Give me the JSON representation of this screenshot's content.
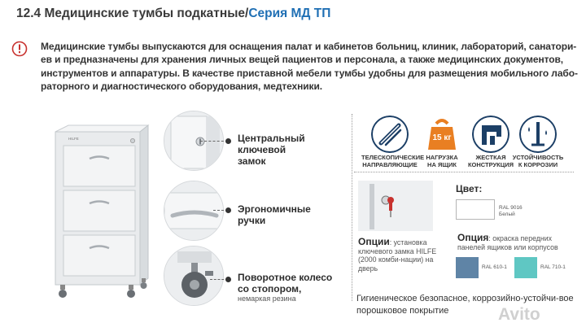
{
  "header": {
    "section": "12.4 Медицинские тумбы подкатные/",
    "series": "Серия МД ТП"
  },
  "intro": {
    "text": "Медицинские тумбы выпускаются для оснащения палат и кабинетов больниц, клиник, лабораторий, санатори-ев и предназначены для хранения личных вещей пациентов и персонала, а также медицинских документов, инструментов и аппаратуры. В качестве приставной мебели тумбы удобны для размещения мобильного лабо-раторного и диагностического оборудования, медтехники."
  },
  "product": {
    "brand_plate": "HILFE"
  },
  "callouts": [
    {
      "line1": "Центральный",
      "line2": "ключевой",
      "line3": "замок"
    },
    {
      "line1": "Эргономичные",
      "line2": "ручки"
    },
    {
      "line1": "Поворотное колесо",
      "line2": "со стопором,",
      "sub": "немаркая резина"
    }
  ],
  "features": [
    {
      "icon": "telescopic-slides-icon",
      "line1": "ТЕЛЕСКОПИЧЕСКИЕ",
      "line2": "НАПРАВЛЯЮЩИЕ"
    },
    {
      "icon": "weight-icon",
      "badge": "15 кг",
      "line1": "НАГРУЗКА",
      "line2": "НА ЯЩИК"
    },
    {
      "icon": "rigid-frame-icon",
      "line1": "ЖЕСТКАЯ",
      "line2": "КОНСТРУКЦИЯ"
    },
    {
      "icon": "corrosion-resistance-icon",
      "line1": "УСТОЙЧИВОСТЬ",
      "line2": "К КОРРОЗИИ"
    }
  ],
  "options": {
    "title": "Опции",
    "text": ": установка ключевого замка HILFE (2000 комби-нации) на дверь"
  },
  "colors": {
    "title": "Цвет:",
    "base": {
      "code": "RAL 9016",
      "name": "Белый",
      "hex": "#ffffff"
    },
    "option_title": "Опция",
    "option_text": ": окраска передних панелей ящиков или корпусов",
    "options": [
      {
        "code": "RAL 610-1",
        "hex": "#5f84a6"
      },
      {
        "code": "RAL 710-1",
        "hex": "#5fc7c3"
      }
    ]
  },
  "coating": {
    "text": "Гигиеническое безопасное, коррозийно-устойчи-вое порошковое покрытие"
  },
  "watermark": "Avito",
  "palette": {
    "accent_blue": "#1f6fb4",
    "icon_navy": "#1c3f66",
    "badge_orange": "#e97f22",
    "info_red": "#c8322f"
  }
}
